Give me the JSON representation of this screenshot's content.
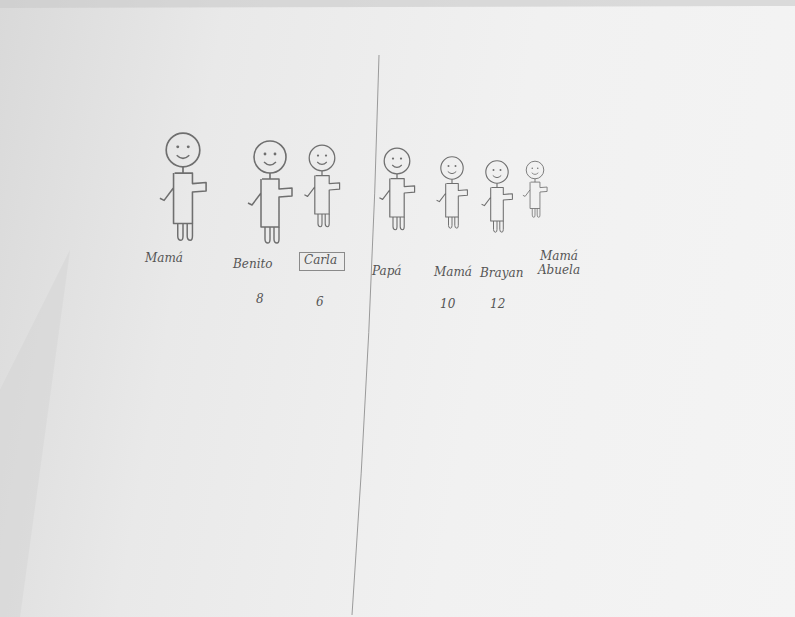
{
  "diagram": {
    "nodes": [
      {
        "text": [
          "Carla"
        ]
      }
    ],
    "labels": [
      "Mamá",
      "Benito",
      "8",
      "6",
      "Papá",
      "Mamá",
      "Brayan",
      "10",
      "12",
      "Mamá Abuela"
    ]
  }
}
